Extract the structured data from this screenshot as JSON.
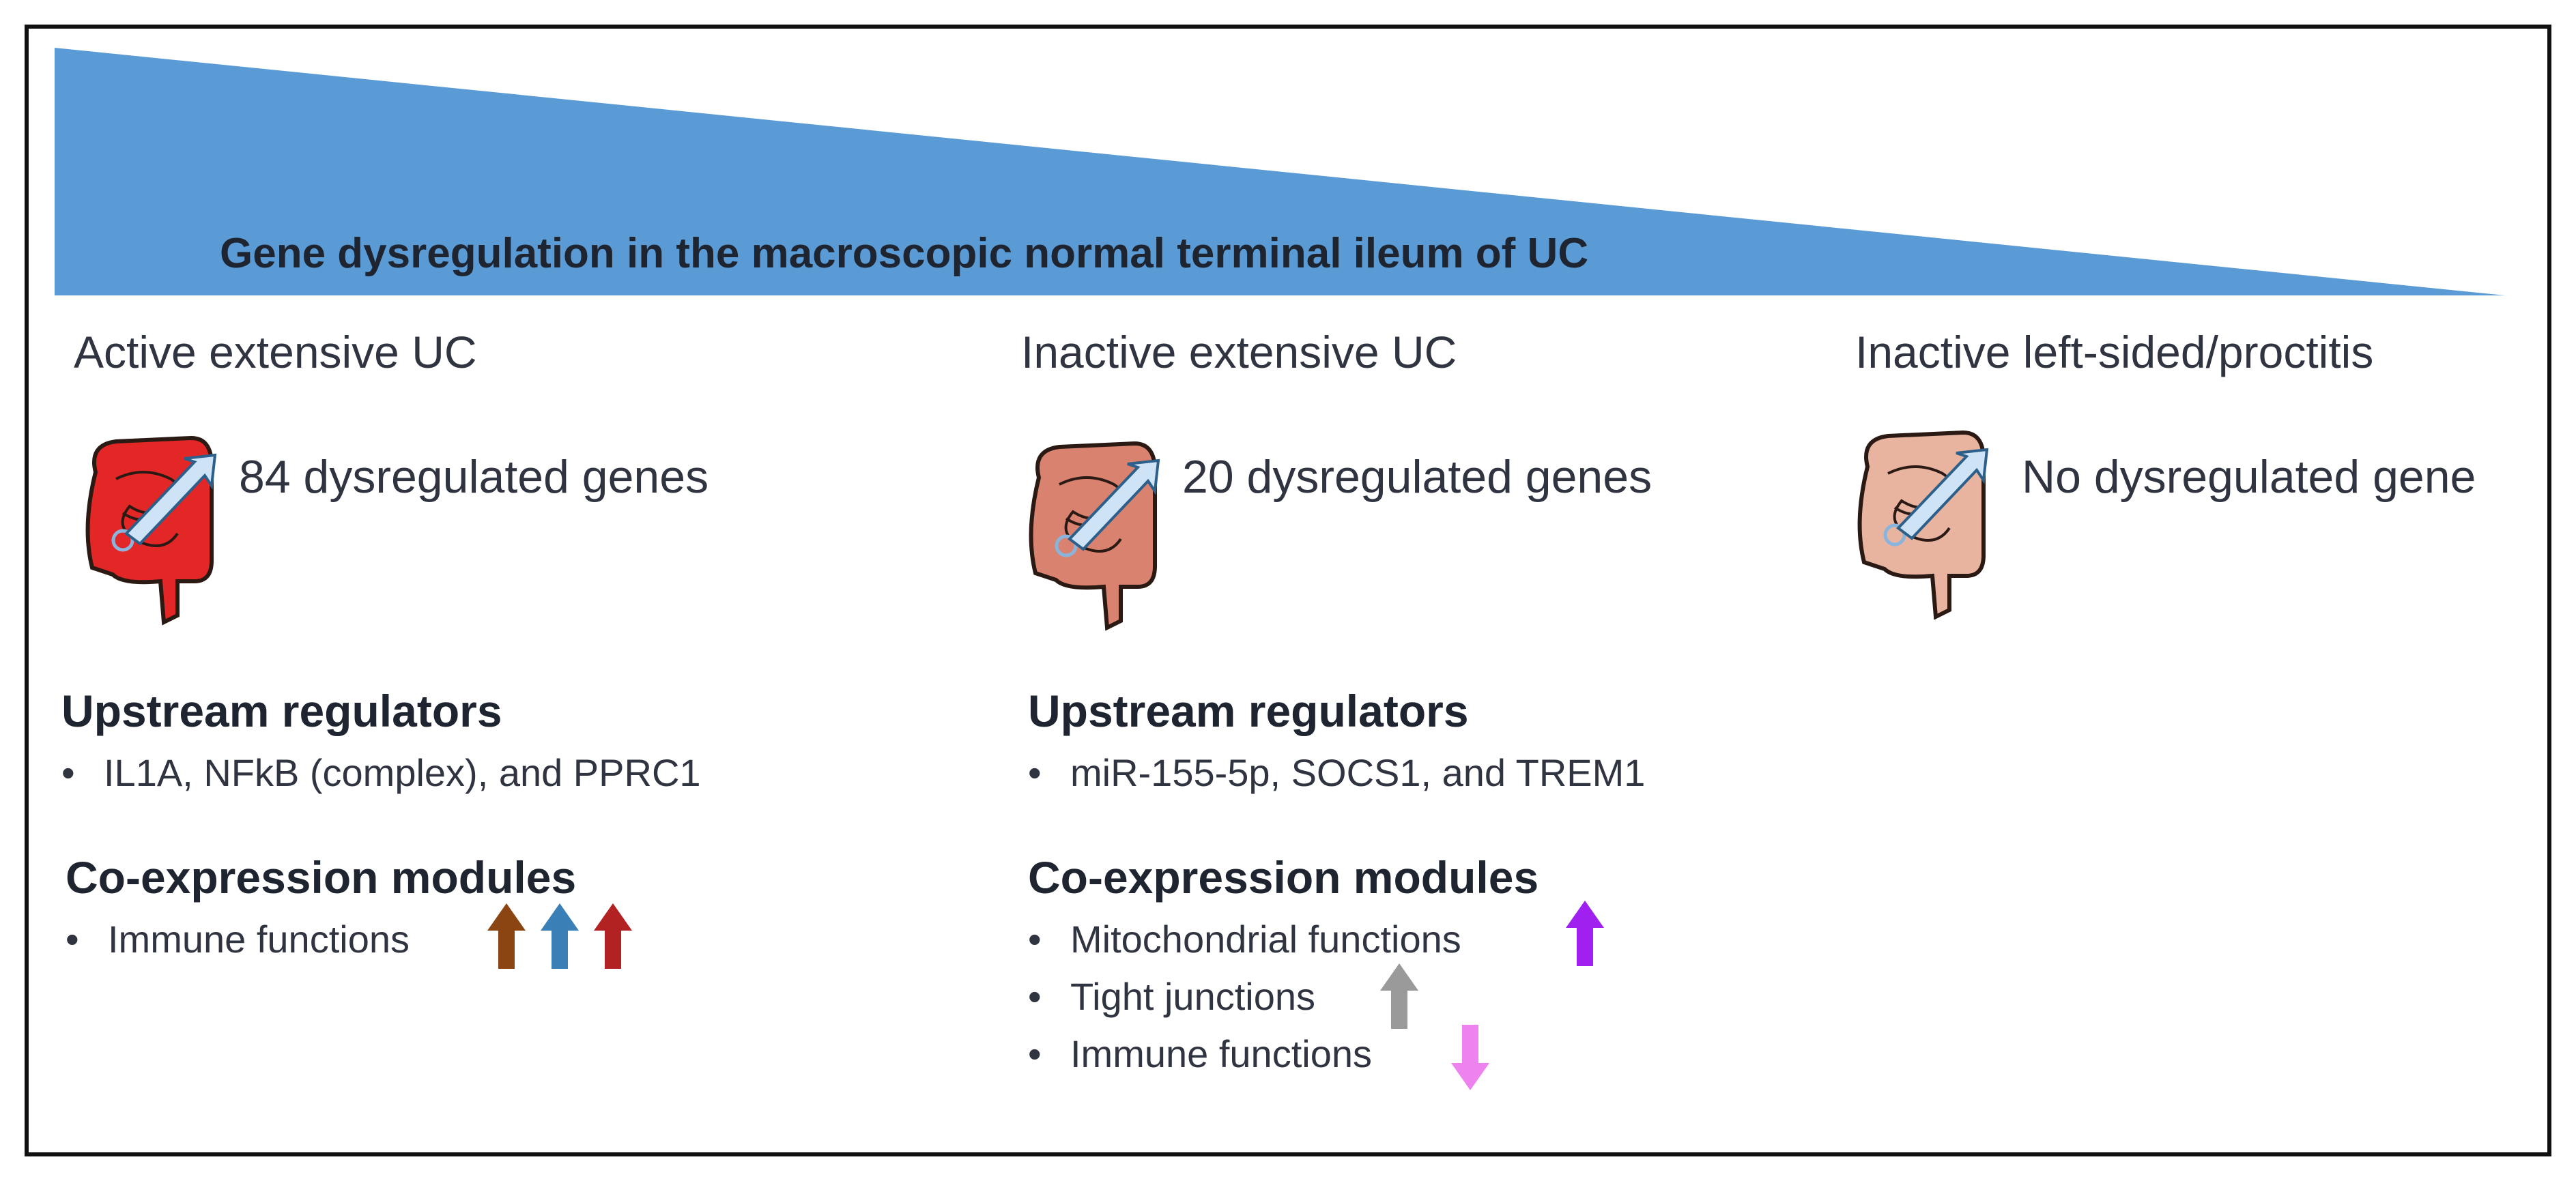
{
  "banner": {
    "title": "Gene dysregulation in the macroscopic normal terminal ileum of UC",
    "fill_color": "#5b9bd5"
  },
  "columns": [
    {
      "heading": "Active extensive UC",
      "gene_count": "84 dysregulated genes",
      "colon_color": "#e32626",
      "upstream_heading": "Upstream regulators",
      "upstream_items": [
        "IL1A, NFkB (complex), and PPRC1"
      ],
      "modules_heading": "Co-expression modules",
      "modules": [
        {
          "label": "Immune functions",
          "arrows": [
            {
              "direction": "up",
              "color": "#8b4513"
            },
            {
              "direction": "up",
              "color": "#3a7fb5"
            },
            {
              "direction": "up",
              "color": "#b22222"
            }
          ]
        }
      ]
    },
    {
      "heading": "Inactive extensive UC",
      "gene_count": "20 dysregulated genes",
      "colon_color": "#d9826f",
      "upstream_heading": "Upstream regulators",
      "upstream_items": [
        "miR-155-5p, SOCS1, and TREM1"
      ],
      "modules_heading": "Co-expression modules",
      "modules": [
        {
          "label": "Mitochondrial functions",
          "arrows": [
            {
              "direction": "up",
              "color": "#a020f0"
            }
          ]
        },
        {
          "label": "Tight junctions",
          "arrows": [
            {
              "direction": "up",
              "color": "#9a9a9a"
            }
          ]
        },
        {
          "label": "Immune functions",
          "arrows": [
            {
              "direction": "down",
              "color": "#ee82ee"
            }
          ]
        }
      ]
    },
    {
      "heading": "Inactive left-sided/proctitis",
      "gene_count": "No dysregulated gene",
      "colon_color": "#e8b4a0"
    }
  ],
  "bullet_char": "•"
}
